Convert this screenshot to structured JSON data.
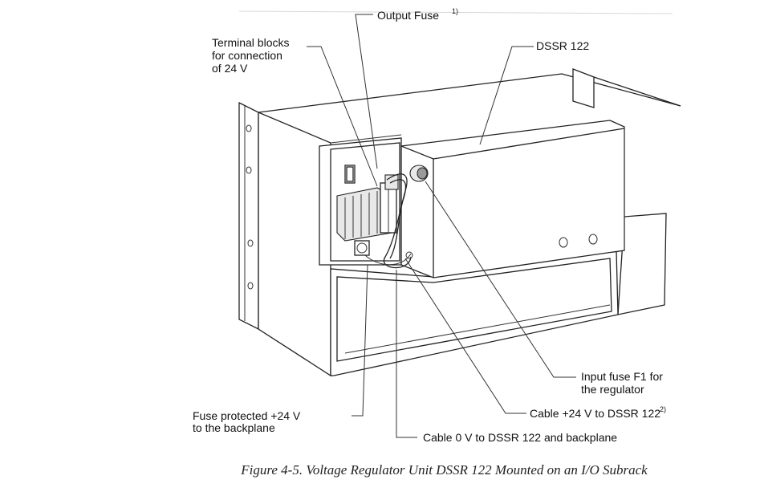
{
  "labels": {
    "output_fuse": "Output Fuse",
    "output_fuse_note": "1)",
    "terminal_line1": "Terminal blocks",
    "terminal_line2": "for connection",
    "terminal_line3": "of 24 V",
    "dssr": "DSSR 122",
    "input_fuse_line1": "Input fuse F1 for",
    "input_fuse_line2": "the regulator",
    "fuse_protected_line1": "Fuse protected +24 V",
    "fuse_protected_line2": "to the backplane",
    "cable_24v": "Cable +24 V to DSSR 122",
    "cable_24v_note": "2)",
    "cable_0v": "Cable 0 V to DSSR 122 and backplane"
  },
  "caption": "Figure 4-5. Voltage Regulator Unit DSSR 122 Mounted on an I/O Subrack"
}
